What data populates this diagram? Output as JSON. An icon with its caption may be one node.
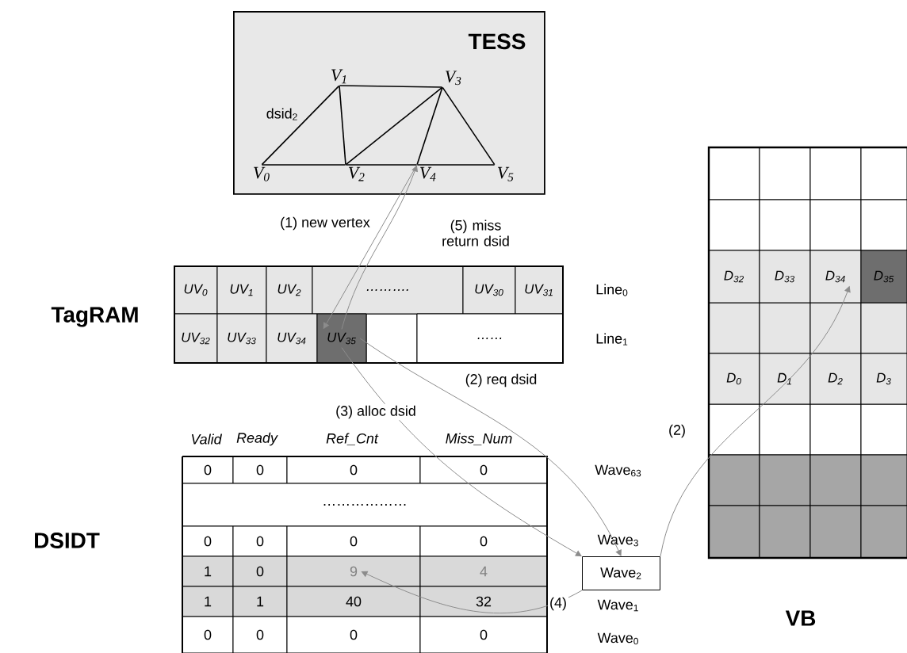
{
  "diagram": {
    "nodes": [
      {
        "text": [
          "TESS"
        ]
      },
      {
        "text": [
          "V$_{1}$"
        ],
        "in": 0
      },
      {
        "text": [
          "V$_{3}$"
        ],
        "in": 0
      },
      {
        "text": [
          "V$_{0}$"
        ],
        "in": 0
      },
      {
        "text": [
          "V$_{2}$"
        ],
        "in": 0
      },
      {
        "text": [
          "V$_{4}$"
        ],
        "in": 0
      },
      {
        "text": [
          "V$_{5}$"
        ],
        "in": 0
      },
      {
        "text": [
          "UV$_{0}$"
        ]
      },
      {
        "text": [
          "UV$_{1}$"
        ]
      },
      {
        "text": [
          "UV$_{2}$"
        ]
      },
      {
        "text": [
          "………."
        ]
      },
      {
        "text": [
          "UV$_{30}$"
        ]
      },
      {
        "text": [
          "UV$_{31}$"
        ]
      },
      {
        "text": [
          "UV$_{32}$"
        ]
      },
      {
        "text": [
          "UV$_{33}$"
        ]
      },
      {
        "text": [
          "UV$_{34}$"
        ]
      },
      {
        "text": [
          "UV$_{35}$"
        ]
      },
      {
        "text": [
          "……"
        ]
      },
      {
        "text": [
          "D$_{32}$"
        ]
      },
      {
        "text": [
          "D$_{33}$"
        ]
      },
      {
        "text": [
          "D$_{34}$"
        ]
      },
      {
        "text": [
          "D$_{35}$"
        ]
      },
      {
        "text": [
          "D$_{0}$"
        ]
      },
      {
        "text": [
          "D$_{1}$"
        ]
      },
      {
        "text": [
          "D$_{2}$"
        ]
      },
      {
        "text": [
          "D$_{3}$"
        ]
      },
      {
        "text": [
          "0"
        ]
      },
      {
        "text": [
          "0"
        ]
      },
      {
        "text": [
          "0"
        ]
      },
      {
        "text": [
          "0"
        ]
      },
      {
        "text": [
          "………………"
        ]
      },
      {
        "text": [
          "0"
        ]
      },
      {
        "text": [
          "0"
        ]
      },
      {
        "text": [
          "0"
        ]
      },
      {
        "text": [
          "0"
        ]
      },
      {
        "text": [
          "1"
        ]
      },
      {
        "text": [
          "0"
        ]
      },
      {
        "text": [
          "9"
        ]
      },
      {
        "text": [
          "4"
        ]
      },
      {
        "text": [
          "1"
        ]
      },
      {
        "text": [
          "1"
        ]
      },
      {
        "text": [
          "40"
        ]
      },
      {
        "text": [
          "32"
        ]
      },
      {
        "text": [
          "0"
        ]
      },
      {
        "text": [
          "0"
        ]
      },
      {
        "text": [
          "0"
        ]
      },
      {
        "text": [
          "0"
        ]
      },
      {
        "text": [
          "Wave$_{2}$"
        ]
      }
    ],
    "edges": [
      {
        "from": 3,
        "to": 1,
        "arrow": "none",
        "label": "dsid$_{2}$"
      },
      {
        "from": 3,
        "to": 4,
        "arrow": "none"
      },
      {
        "from": 1,
        "to": 4,
        "arrow": "none"
      },
      {
        "from": 1,
        "to": 2,
        "arrow": "none"
      },
      {
        "from": 4,
        "to": 2,
        "arrow": "none"
      },
      {
        "from": 4,
        "to": 5,
        "arrow": "none"
      },
      {
        "from": 2,
        "to": 5,
        "arrow": "none"
      },
      {
        "from": 2,
        "to": 6,
        "arrow": "none"
      },
      {
        "from": 5,
        "to": 6,
        "arrow": "none"
      },
      {
        "from": 5,
        "to": 16,
        "arrow": "to",
        "label": "(1) new vertex",
        "color": "#8c8c8c"
      },
      {
        "from": 16,
        "to": 5,
        "arrow": "to",
        "label": "(5) miss return dsid",
        "color": "#8c8c8c"
      },
      {
        "from": 16,
        "to": 47,
        "arrow": "to",
        "label": "(2) req dsid",
        "color": "#8c8c8c"
      },
      {
        "from": 16,
        "to": 47,
        "arrow": "to",
        "label": "(3) alloc dsid",
        "color": "#8c8c8c"
      },
      {
        "from": 47,
        "to": 37,
        "arrow": "to",
        "label": "(4)",
        "color": "#8c8c8c"
      },
      {
        "from": 47,
        "to": 20,
        "arrow": "to",
        "label": "(2)",
        "color": "#8c8c8c"
      }
    ],
    "labels": [
      "TagRAM",
      "Line$_{0}$",
      "Line$_{1}$",
      "Valid",
      "Ready",
      "Ref_Cnt",
      "Miss_Num",
      "Wave$_{63}$",
      "DSIDT",
      "Wave$_{3}$",
      "Wave$_{1}$",
      "VB",
      "Wave$_{0}$"
    ]
  }
}
